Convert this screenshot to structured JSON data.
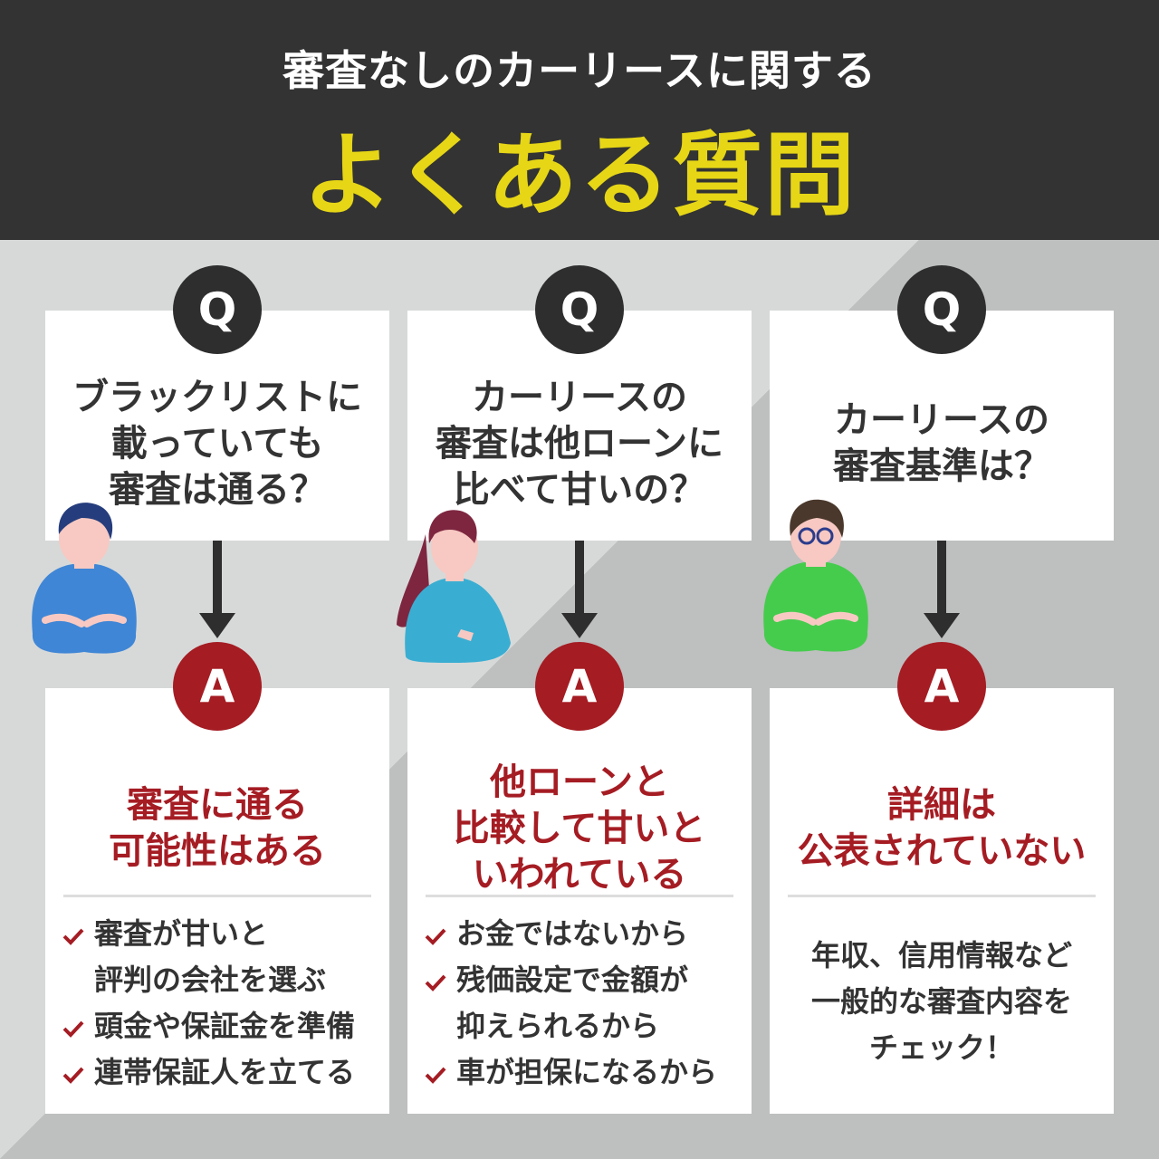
{
  "header": {
    "subtitle": "審査なしのカーリースに関する",
    "title": "よくある質問"
  },
  "badges": {
    "q": "Q",
    "a": "A"
  },
  "colors": {
    "header_bg": "#333333",
    "title_yellow": "#e6d616",
    "answer_red": "#a51c23"
  },
  "faqs": [
    {
      "question": "ブラックリストに\n載っていても\n審査は通る？",
      "answer": "審査に通る\n可能性はある",
      "points": [
        "審査が甘いと\n評判の会社を選ぶ",
        "頭金や保証金を準備",
        "連帯保証人を立てる"
      ]
    },
    {
      "question": "カーリースの\n審査は他ローンに\n比べて甘いの？",
      "answer": "他ローンと\n比較して甘いと\nいわれている",
      "points": [
        "お金ではないから",
        "残価設定で金額が\n抑えられるから",
        "車が担保になるから"
      ]
    },
    {
      "question": "カーリースの\n審査基準は？",
      "answer": "詳細は\n公表されていない",
      "note": "年収、信用情報など\n一般的な審査内容を\nチェック！"
    }
  ]
}
